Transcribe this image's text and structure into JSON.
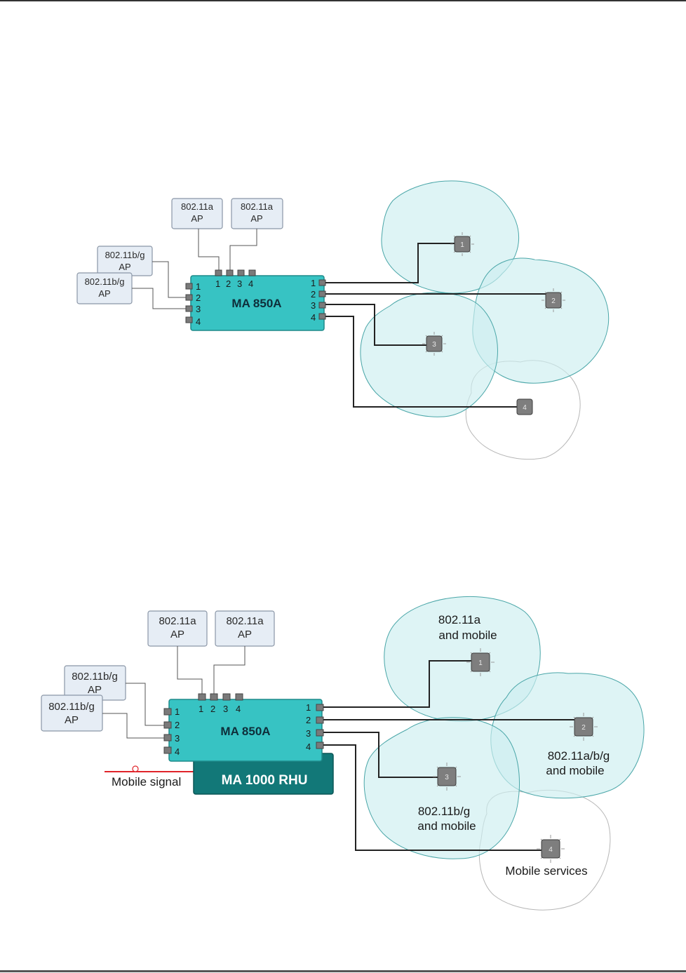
{
  "diagram1": {
    "hub_label": "MA 850A",
    "ap_top": [
      {
        "line1": "802.11a",
        "line2": "AP"
      },
      {
        "line1": "802.11a",
        "line2": "AP"
      }
    ],
    "ap_left": [
      {
        "line1": "802.11b/g",
        "line2": "AP"
      },
      {
        "line1": "802.11b/g",
        "line2": "AP"
      }
    ],
    "ports_top": [
      "1",
      "2",
      "3",
      "4"
    ],
    "ports_left": [
      "1",
      "2",
      "3",
      "4"
    ],
    "ports_right": [
      "1",
      "2",
      "3",
      "4"
    ],
    "antennas": [
      "1",
      "2",
      "3",
      "4"
    ]
  },
  "diagram2": {
    "hub_label": "MA 850A",
    "rhu_label": "MA 1000 RHU",
    "mobile_signal_label": "Mobile signal",
    "ap_top": [
      {
        "line1": "802.11a",
        "line2": "AP"
      },
      {
        "line1": "802.11a",
        "line2": "AP"
      }
    ],
    "ap_left": [
      {
        "line1": "802.11b/g",
        "line2": "AP"
      },
      {
        "line1": "802.11b/g",
        "line2": "AP"
      }
    ],
    "ports_top": [
      "1",
      "2",
      "3",
      "4"
    ],
    "ports_left": [
      "1",
      "2",
      "3",
      "4"
    ],
    "ports_right": [
      "1",
      "2",
      "3",
      "4"
    ],
    "antennas": [
      "1",
      "2",
      "3",
      "4"
    ],
    "zones": [
      {
        "line1": "802.11a",
        "line2": "and mobile"
      },
      {
        "line1": "802.11a/b/g",
        "line2": "and mobile"
      },
      {
        "line1": "802.11b/g",
        "line2": "and mobile"
      },
      {
        "line1": "Mobile services"
      }
    ]
  },
  "colors": {
    "hub": "#37c3c3",
    "rhu": "#127878",
    "coverage": "#cdeef0",
    "mobile_signal": "#e0242a"
  }
}
